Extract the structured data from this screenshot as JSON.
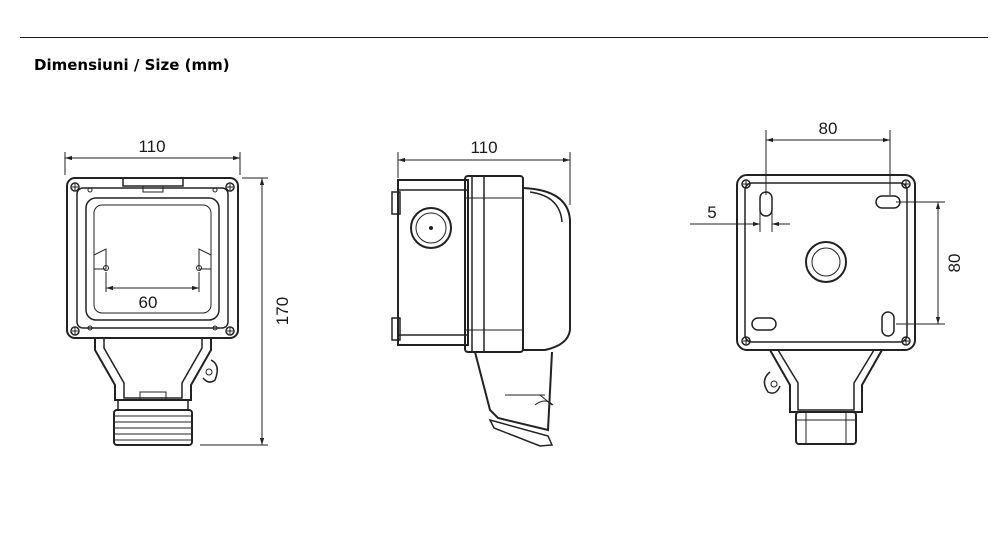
{
  "heading": "Dimensiuni / Size (mm)",
  "views": {
    "front": {
      "width": "110",
      "height": "170",
      "inner_width": "60"
    },
    "side": {
      "depth": "110"
    },
    "back": {
      "hole_spacing_x": "80",
      "hole_spacing_y": "80",
      "hole_diameter": "5"
    }
  }
}
